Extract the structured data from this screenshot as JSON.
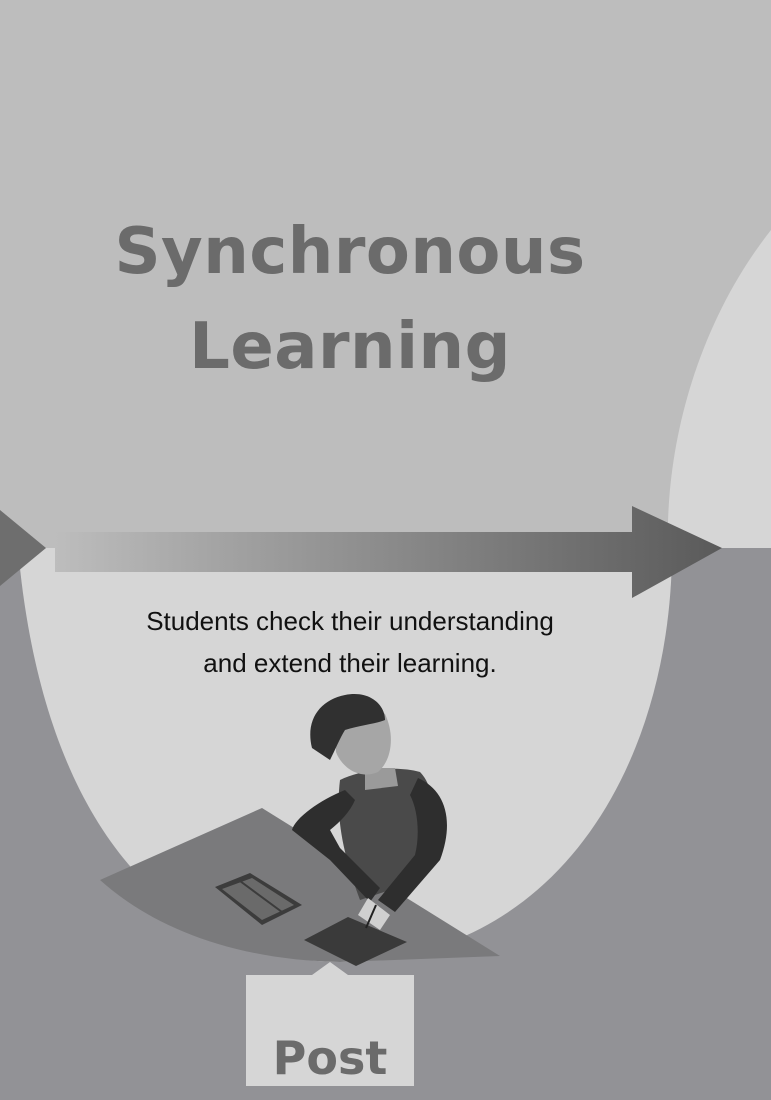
{
  "title": {
    "line1": "Synchronous",
    "line2": "Learning"
  },
  "description": {
    "line1": "Students check their understanding",
    "line2": "and extend their learning."
  },
  "stage_label": "Post",
  "colors": {
    "top_background": "#bdbdbd",
    "lower_background": "#929296",
    "bowl": "#d6d6d6",
    "title_text": "#6b6b6b",
    "arrow_dark": "#5a5a5a"
  },
  "illustration": {
    "subject": "student writing at desk with open book"
  }
}
